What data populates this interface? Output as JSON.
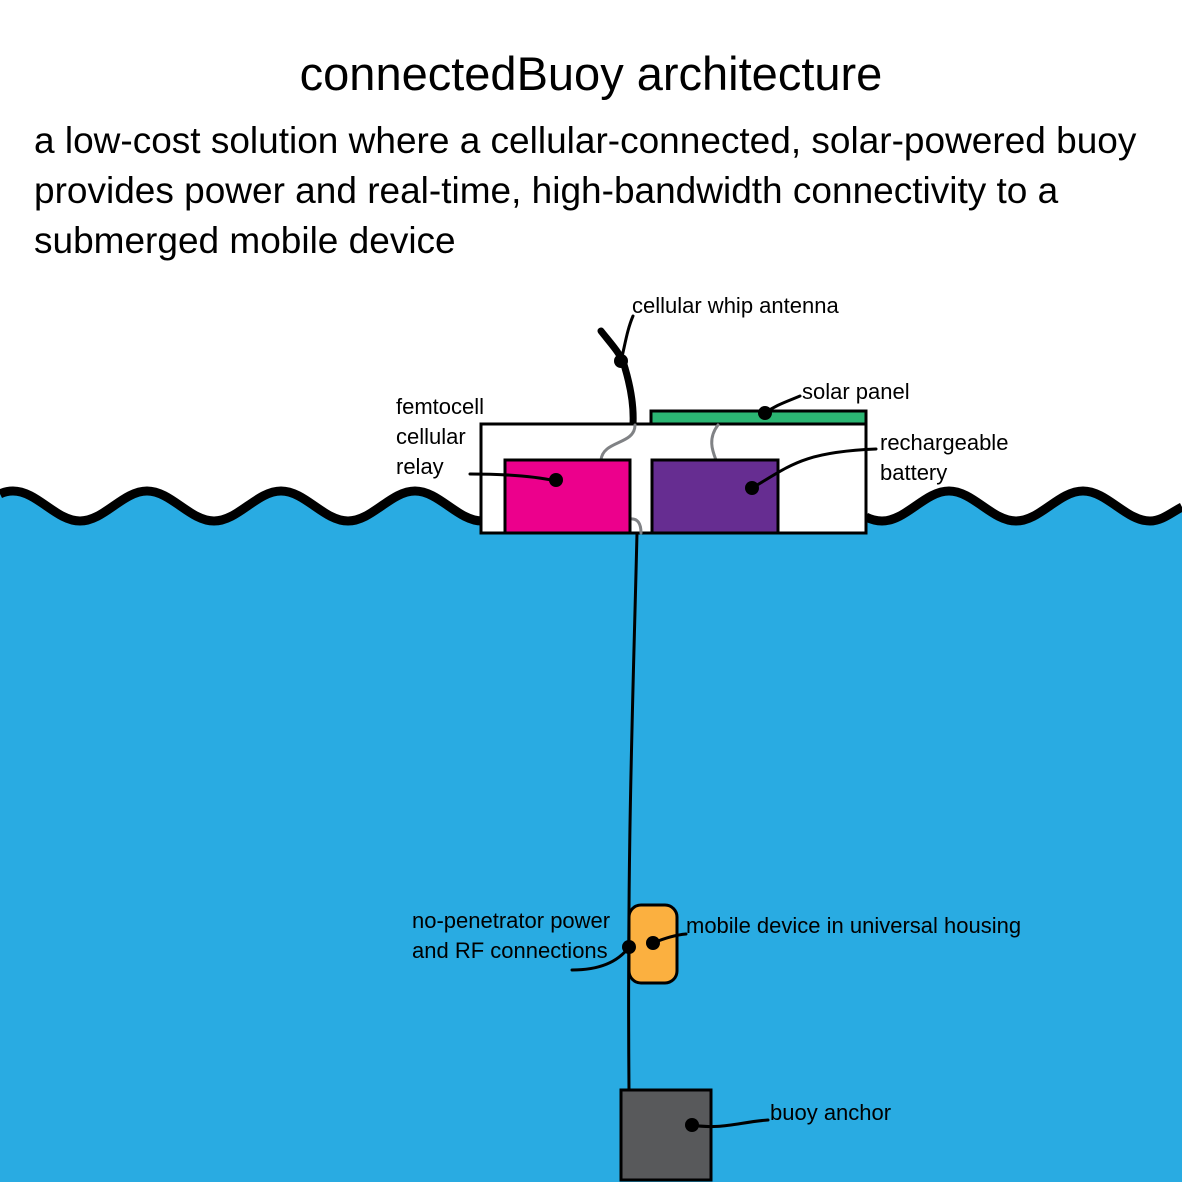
{
  "title": "connectedBuoy architecture",
  "subtitle": [
    "a low-cost solution where a cellular-connected, solar-powered buoy",
    "provides power and real-time, high-bandwidth connectivity to a",
    "submerged mobile device"
  ],
  "labels": {
    "antenna": "cellular whip antenna",
    "solar_panel": "solar panel",
    "femtocell": [
      "femtocell",
      "cellular",
      "relay"
    ],
    "battery": [
      "rechargeable",
      "battery"
    ],
    "connections": [
      "no-penetrator power",
      "and RF connections"
    ],
    "mobile_device": "mobile device in universal housing",
    "anchor": "buoy anchor"
  },
  "colors": {
    "water": "#29ABE2",
    "femtocell": "#EC008C",
    "battery": "#662D91",
    "solar_panel": "#2BB673",
    "mobile_device": "#FBB040",
    "anchor": "#58595B",
    "wire": "#808285"
  }
}
